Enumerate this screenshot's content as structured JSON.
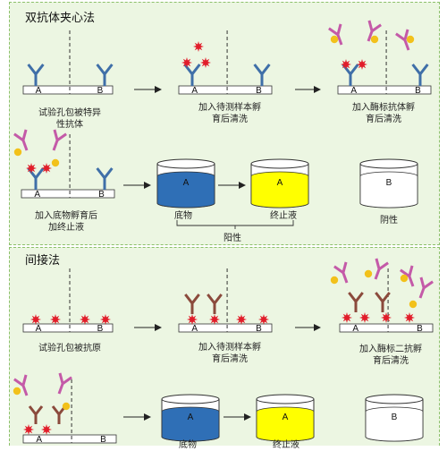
{
  "section1": {
    "title": "双抗体夹心法",
    "steps": [
      "试验孔包被特异",
      "性抗体",
      "加入待测样本孵",
      "育后清洗",
      "加入酶标抗体孵",
      "育后清洗",
      "加入底物孵育后",
      "加终止液"
    ],
    "cup_labels": {
      "substrate": "底物",
      "stop": "终止液",
      "negative": "阴性",
      "positive": "阳性"
    }
  },
  "section2": {
    "title": "间接法",
    "steps": [
      "试验孔包被抗原",
      "加入待测样本孵",
      "育后清洗",
      "加入酶标二抗孵",
      "育后清洗"
    ],
    "cup_labels": {
      "substrate": "底物",
      "stop": "终止液"
    }
  },
  "well_labels": {
    "a": "A",
    "b": "B"
  },
  "colors": {
    "panel_bg": "#ecf6e2",
    "panel_border": "#8cc06a",
    "capture_antibody": "#3f6fa8",
    "sample_antigen": "#e11d2a",
    "enzyme_antibody": "#c45aa8",
    "enzyme": "#f2c11b",
    "secondary_antibody": "#8b4a3c",
    "substrate_blue": "#2f6fb6",
    "stop_yellow": "#ffff00"
  }
}
